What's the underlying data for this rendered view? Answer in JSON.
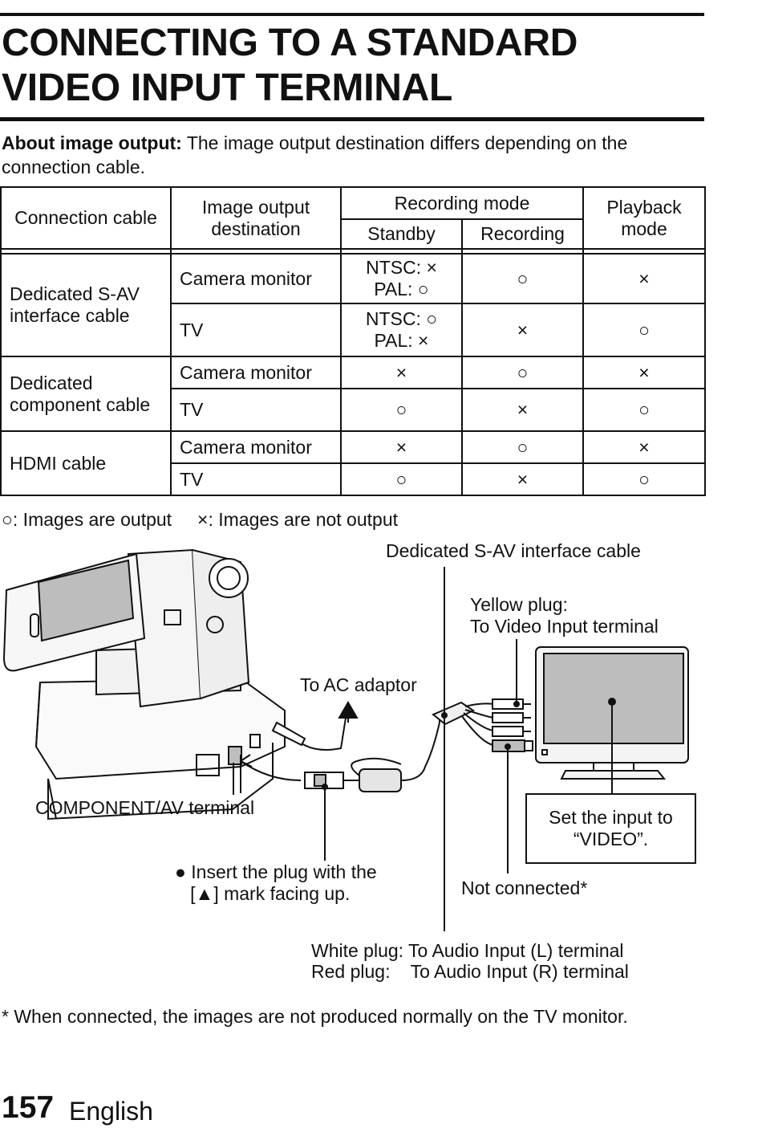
{
  "title_line1": "CONNECTING TO A STANDARD",
  "title_line2": "VIDEO INPUT TERMINAL",
  "about": {
    "label": "About image output:",
    "text": " The image output destination differs depending on the connection cable."
  },
  "table": {
    "headers": {
      "connection_cable": "Connection cable",
      "image_output_destination": "Image output destination",
      "recording_mode": "Recording mode",
      "standby": "Standby",
      "recording": "Recording",
      "playback_mode": "Playback mode"
    },
    "rows": [
      {
        "cable": "Dedicated S-AV interface cable",
        "destination": "Camera monitor",
        "standby_line1": "NTSC: ×",
        "standby_line2": "PAL: ○",
        "recording": "○",
        "playback": "×"
      },
      {
        "cable": "",
        "destination": "TV",
        "standby_line1": "NTSC: ○",
        "standby_line2": "PAL: ×",
        "recording": "×",
        "playback": "○"
      },
      {
        "cable": "Dedicated component cable",
        "destination": "Camera monitor",
        "standby": "×",
        "recording": "○",
        "playback": "×"
      },
      {
        "cable": "",
        "destination": "TV",
        "standby": "○",
        "recording": "×",
        "playback": "○"
      },
      {
        "cable": "HDMI cable",
        "destination": "Camera monitor",
        "standby": "×",
        "recording": "○",
        "playback": "×"
      },
      {
        "cable": "",
        "destination": "TV",
        "standby": "○",
        "recording": "×",
        "playback": "○"
      }
    ]
  },
  "legend": {
    "output": "○: Images are output",
    "not_output": "×: Images are not output"
  },
  "diagram": {
    "dedicated_sav_cable": "Dedicated S-AV interface cable",
    "yellow_plug_line1": "Yellow plug:",
    "yellow_plug_line2": "To Video Input terminal",
    "to_ac_adaptor": "To AC adaptor",
    "component_av_terminal": "COMPONENT/AV terminal",
    "set_input_line1": "Set the input to",
    "set_input_line2": "“VIDEO”.",
    "insert_plug_line1": "Insert the plug with the",
    "insert_plug_line2": "[▲] mark facing up.",
    "not_connected": "Not connected*",
    "white_plug": "White plug: To Audio Input (L) terminal",
    "red_plug": "Red plug:    To Audio Input (R) terminal"
  },
  "footnote": "* When connected, the images are not produced normally on the TV monitor.",
  "page_number": "157",
  "page_language": "English",
  "colors": {
    "ink": "#111111",
    "background": "#ffffff",
    "screen_gray": "#bdbdbd"
  }
}
